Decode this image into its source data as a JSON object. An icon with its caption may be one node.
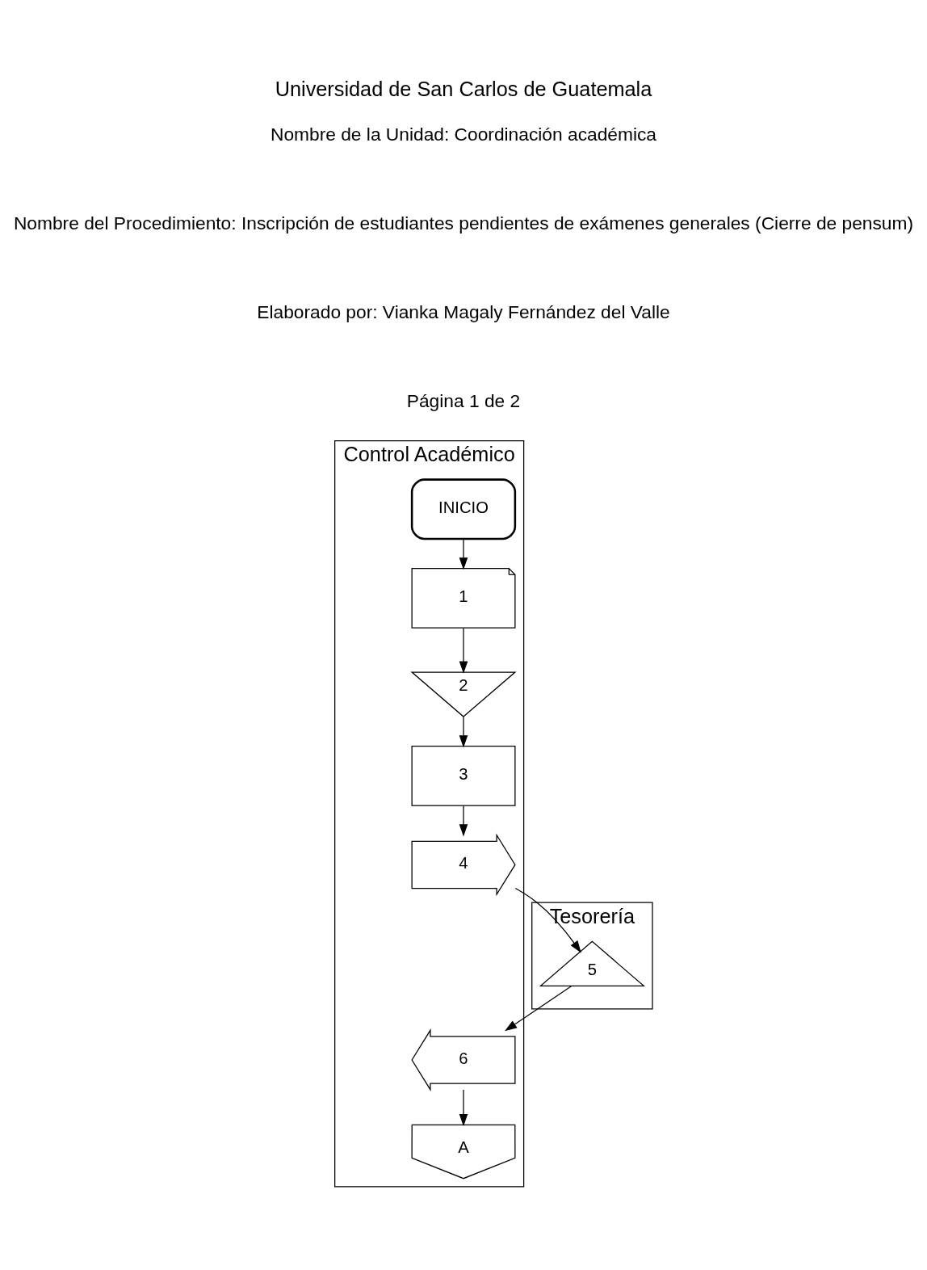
{
  "diagram": {
    "title": "Universidad de San Carlos de Guatemala",
    "nodes": [
      {
        "text": [
          "Control Académico"
        ]
      },
      {
        "text": [
          "Tesorería"
        ]
      },
      {
        "text": [
          "INICIO"
        ],
        "in": 0
      },
      {
        "text": [
          "1"
        ],
        "in": 0
      },
      {
        "text": [
          "2"
        ],
        "in": 0
      },
      {
        "text": [
          "3"
        ],
        "in": 0
      },
      {
        "text": [
          "4"
        ],
        "in": 0
      },
      {
        "text": [
          "5"
        ],
        "in": 1
      },
      {
        "text": [
          "6"
        ],
        "in": 0
      },
      {
        "text": [
          "A"
        ],
        "in": 0
      }
    ],
    "edges": [
      {
        "from": 2,
        "to": 3,
        "arrow": "to"
      },
      {
        "from": 3,
        "to": 4,
        "arrow": "to"
      },
      {
        "from": 4,
        "to": 5,
        "arrow": "to"
      },
      {
        "from": 5,
        "to": 6,
        "arrow": "to"
      },
      {
        "from": 6,
        "to": 7,
        "arrow": "to"
      },
      {
        "from": 7,
        "to": 8,
        "arrow": "to"
      },
      {
        "from": 8,
        "to": 9,
        "arrow": "to"
      }
    ],
    "labels": [
      "Nombre de la Unidad: Coordinación académica",
      "Nombre del Procedimiento: Inscripción de estudiantes pendientes de exámenes generales (Cierre de pensum)",
      "Elaborado por: Vianka Magaly Fernández del Valle",
      "Página 1 de 2"
    ]
  }
}
